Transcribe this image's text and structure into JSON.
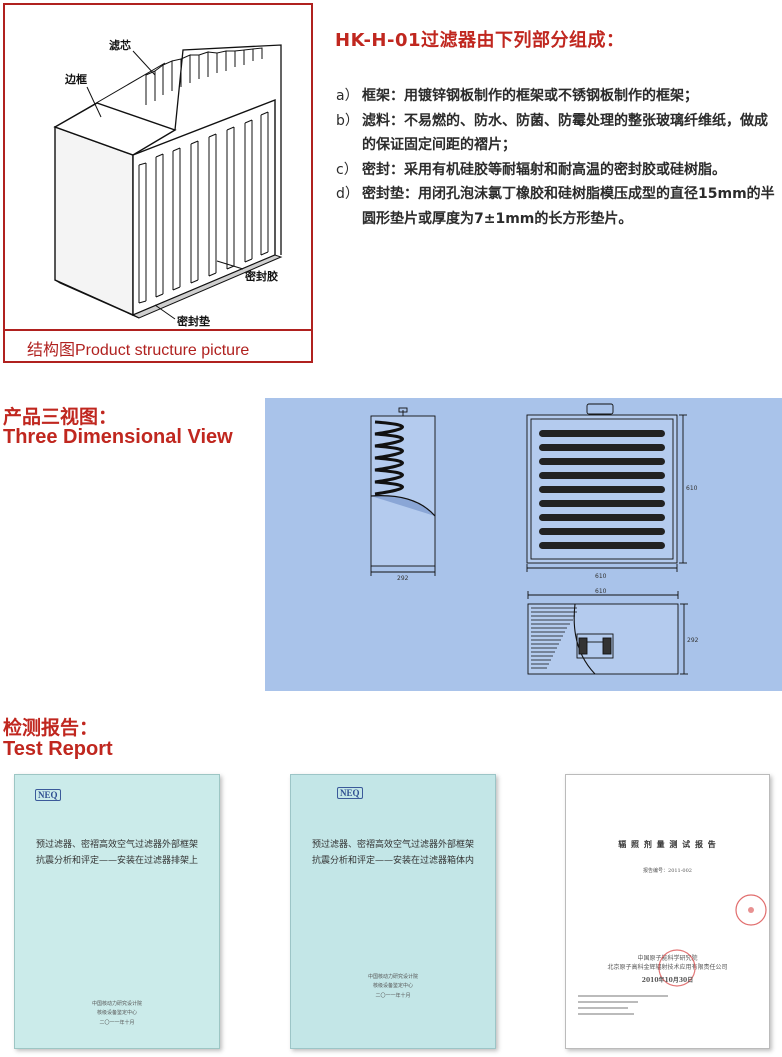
{
  "structure": {
    "labels": {
      "filter_core": "滤芯",
      "frame": "边框",
      "sealant": "密封胶",
      "gasket": "密封垫"
    },
    "caption": "结构图Product structure picture"
  },
  "components": {
    "title": "HK-H-01过滤器由下列部分组成：",
    "items": [
      {
        "label": "a）",
        "text": "框架：用镀锌钢板制作的框架或不锈钢板制作的框架；"
      },
      {
        "label": "b）",
        "text": "滤料：不易燃的、防水、防菌、防霉处理的整张玻璃纤维纸，做成的保证固定间距的褶片；"
      },
      {
        "label": "c）",
        "text": "密封：采用有机硅胶等耐辐射和耐高温的密封胶或硅树脂。"
      },
      {
        "label": "d）",
        "text": "密封垫：用闭孔泡沫氯丁橡胶和硅树脂模压成型的直径15mm的半圆形垫片或厚度为7±1mm的长方形垫片。"
      }
    ]
  },
  "three_view": {
    "title_cn": "产品三视图：",
    "title_en": "Three Dimensional View",
    "dims": {
      "side_width": "292",
      "front_width": "610",
      "front_height": "610",
      "top_width": "610",
      "top_height": "292"
    }
  },
  "test_report": {
    "title_cn": "检测报告：",
    "title_en": "Test Report",
    "docs": [
      {
        "logo": "NEQ",
        "title_line1": "预过滤器、密褶高效空气过滤器外部框架",
        "title_line2": "抗震分析和评定——安装在过滤器排架上",
        "footer_line1": "中国核动力研究设计院",
        "footer_line2": "核级设备鉴定中心",
        "footer_line3": "二〇一一年十月"
      },
      {
        "logo": "NEQ",
        "title_line1": "预过滤器、密褶高效空气过滤器外部框架",
        "title_line2": "抗震分析和评定——安装在过滤器箱体内",
        "footer_line1": "中国核动力研究设计院",
        "footer_line2": "核级设备鉴定中心",
        "footer_line3": "二〇一一年十月"
      },
      {
        "title": "辐 照 剂 量 测 试 报 告",
        "report_no": "报告编号：2011-002",
        "footer_line1": "中国原子能科学研究院",
        "footer_line2": "北京原子高科金辉辐射技术应用有限责任公司",
        "footer_date": "2010年10月30日"
      }
    ]
  },
  "colors": {
    "accent_red": "#c0271f",
    "box_red": "#b0211f",
    "view_panel": "#a9c3ea"
  }
}
